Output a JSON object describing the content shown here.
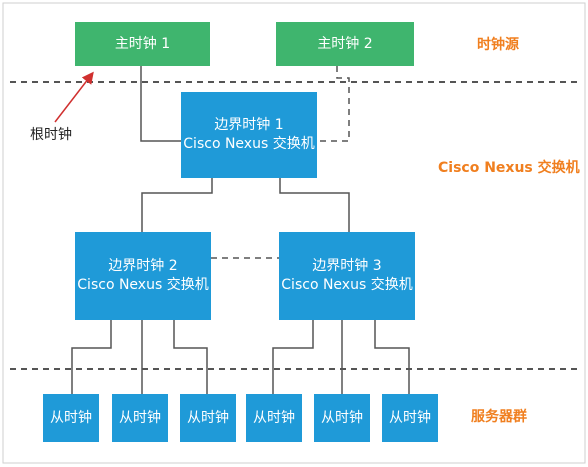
{
  "master_clocks": [
    "主时钟 1",
    "主时钟 2"
  ],
  "boundary": [
    {
      "title": "边界时钟 1",
      "sub": "Cisco Nexus 交换机"
    },
    {
      "title": "边界时钟 2",
      "sub": "Cisco Nexus 交换机"
    },
    {
      "title": "边界时钟 3",
      "sub": "Cisco Nexus 交换机"
    }
  ],
  "slave_label": "从时钟",
  "slaves": [
    "从时钟",
    "从时钟",
    "从时钟",
    "从时钟",
    "从时钟",
    "从时钟"
  ],
  "zones": {
    "clock_source": "时钟源",
    "switches": "Cisco Nexus 交换机",
    "server_group": "服务器群"
  },
  "root_clock": "根时钟",
  "colors": {
    "green": "#3fb56e",
    "blue": "#1f9ad8",
    "orange": "#f07f1f",
    "line": "#555555"
  }
}
